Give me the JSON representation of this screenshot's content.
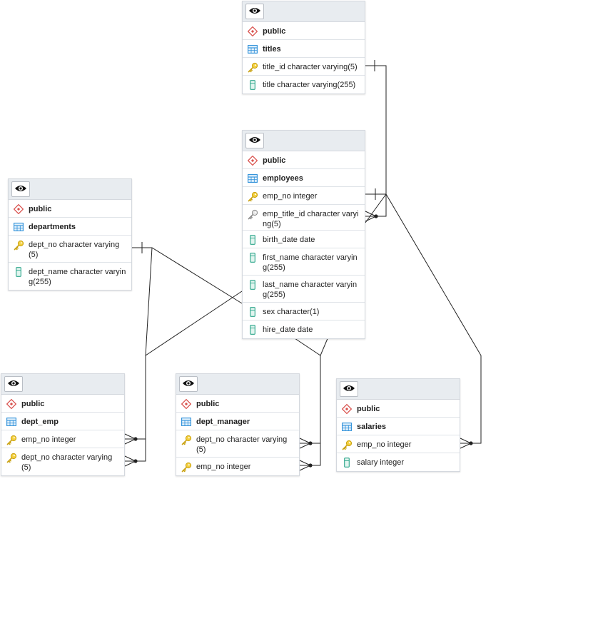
{
  "colors": {
    "line": "#222222",
    "schema": "#d9534f",
    "table": "#2b8ed9",
    "key": "#e3b81f",
    "fk": "#8a8a8a",
    "column": "#2ba58a",
    "header": "#e8ecf0"
  },
  "tables": [
    {
      "id": "titles",
      "schema": "public",
      "name": "titles",
      "columns": [
        {
          "icon": "primary-key-icon",
          "text": "title_id character varying(5)"
        },
        {
          "icon": "column-icon",
          "text": "title character varying(255)"
        }
      ]
    },
    {
      "id": "employees",
      "schema": "public",
      "name": "employees",
      "columns": [
        {
          "icon": "primary-key-icon",
          "text": "emp_no integer"
        },
        {
          "icon": "foreign-key-icon",
          "text": "emp_title_id character varying(5)"
        },
        {
          "icon": "column-icon",
          "text": "birth_date date"
        },
        {
          "icon": "column-icon",
          "text": "first_name character varying(255)"
        },
        {
          "icon": "column-icon",
          "text": "last_name character varying(255)"
        },
        {
          "icon": "column-icon",
          "text": "sex character(1)"
        },
        {
          "icon": "column-icon",
          "text": "hire_date date"
        }
      ]
    },
    {
      "id": "departments",
      "schema": "public",
      "name": "departments",
      "columns": [
        {
          "icon": "primary-key-icon",
          "text": "dept_no character varying(5)"
        },
        {
          "icon": "column-icon",
          "text": "dept_name character varying(255)"
        }
      ]
    },
    {
      "id": "dept_emp",
      "schema": "public",
      "name": "dept_emp",
      "columns": [
        {
          "icon": "primary-key-icon",
          "text": "emp_no integer"
        },
        {
          "icon": "primary-key-icon",
          "text": "dept_no character varying(5)"
        }
      ]
    },
    {
      "id": "dept_manager",
      "schema": "public",
      "name": "dept_manager",
      "columns": [
        {
          "icon": "primary-key-icon",
          "text": "dept_no character varying(5)"
        },
        {
          "icon": "primary-key-icon",
          "text": "emp_no integer"
        }
      ]
    },
    {
      "id": "salaries",
      "schema": "public",
      "name": "salaries",
      "columns": [
        {
          "icon": "primary-key-icon",
          "text": "emp_no integer"
        },
        {
          "icon": "column-icon",
          "text": "salary integer"
        }
      ]
    }
  ]
}
